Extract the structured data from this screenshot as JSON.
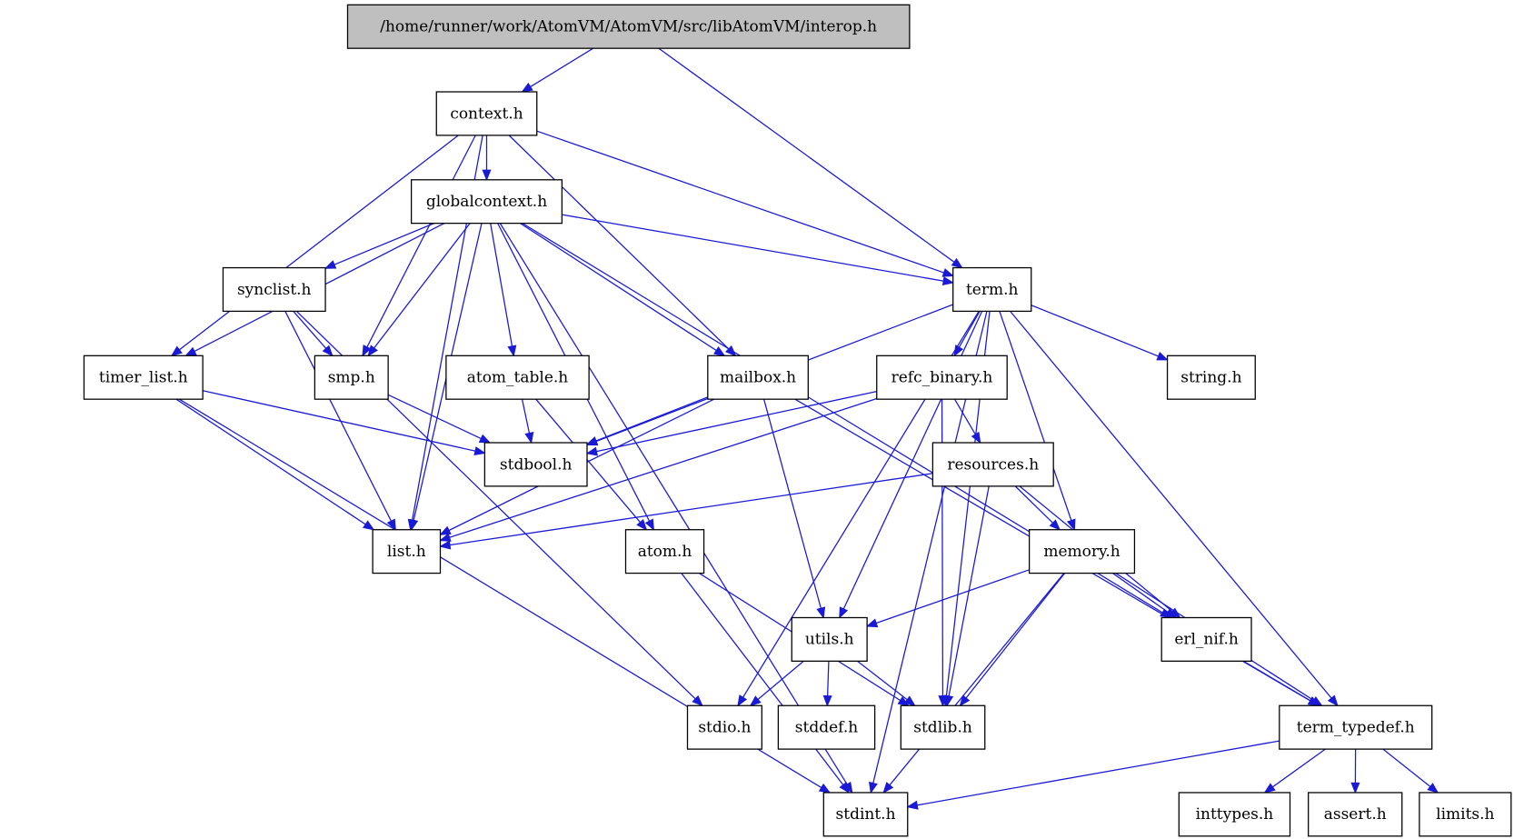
{
  "graph": {
    "title": "/home/runner/work/AtomVM/AtomVM/src/libAtomVM/interop.h",
    "colors": {
      "edge": "#1a1ad6",
      "root_fill": "#bfbfbf",
      "node_fill": "#ffffff"
    },
    "nodes": [
      {
        "id": "interop",
        "label": "/home/runner/work/AtomVM/AtomVM/src/libAtomVM/interop.h",
        "root": true
      },
      {
        "id": "context",
        "label": "context.h"
      },
      {
        "id": "globalcontext",
        "label": "globalcontext.h"
      },
      {
        "id": "term",
        "label": "term.h"
      },
      {
        "id": "synclist",
        "label": "synclist.h"
      },
      {
        "id": "timer_list",
        "label": "timer_list.h"
      },
      {
        "id": "smp",
        "label": "smp.h"
      },
      {
        "id": "atom_table",
        "label": "atom_table.h"
      },
      {
        "id": "mailbox",
        "label": "mailbox.h"
      },
      {
        "id": "refc_binary",
        "label": "refc_binary.h"
      },
      {
        "id": "string",
        "label": "string.h"
      },
      {
        "id": "stdbool",
        "label": "stdbool.h"
      },
      {
        "id": "resources",
        "label": "resources.h"
      },
      {
        "id": "list",
        "label": "list.h"
      },
      {
        "id": "atom",
        "label": "atom.h"
      },
      {
        "id": "memory",
        "label": "memory.h"
      },
      {
        "id": "utils",
        "label": "utils.h"
      },
      {
        "id": "erl_nif",
        "label": "erl_nif.h"
      },
      {
        "id": "stdio",
        "label": "stdio.h"
      },
      {
        "id": "stddef",
        "label": "stddef.h"
      },
      {
        "id": "stdlib",
        "label": "stdlib.h"
      },
      {
        "id": "term_typedef",
        "label": "term_typedef.h"
      },
      {
        "id": "stdint",
        "label": "stdint.h"
      },
      {
        "id": "inttypes",
        "label": "inttypes.h"
      },
      {
        "id": "assert",
        "label": "assert.h"
      },
      {
        "id": "limits",
        "label": "limits.h"
      }
    ],
    "edges": [
      [
        "interop",
        "context"
      ],
      [
        "interop",
        "term"
      ],
      [
        "context",
        "globalcontext"
      ],
      [
        "context",
        "term"
      ],
      [
        "context",
        "timer_list"
      ],
      [
        "context",
        "smp"
      ],
      [
        "context",
        "mailbox"
      ],
      [
        "context",
        "list"
      ],
      [
        "globalcontext",
        "synclist"
      ],
      [
        "globalcontext",
        "timer_list"
      ],
      [
        "globalcontext",
        "smp"
      ],
      [
        "globalcontext",
        "list"
      ],
      [
        "globalcontext",
        "atom_table"
      ],
      [
        "globalcontext",
        "atom"
      ],
      [
        "globalcontext",
        "mailbox"
      ],
      [
        "globalcontext",
        "term"
      ],
      [
        "globalcontext",
        "erl_nif"
      ],
      [
        "globalcontext",
        "stdint"
      ],
      [
        "term",
        "stdbool"
      ],
      [
        "term",
        "stdio"
      ],
      [
        "term",
        "refc_binary"
      ],
      [
        "term",
        "utils"
      ],
      [
        "term",
        "stdlib"
      ],
      [
        "term",
        "memory"
      ],
      [
        "term",
        "string"
      ],
      [
        "term",
        "stdint"
      ],
      [
        "term",
        "term_typedef"
      ],
      [
        "synclist",
        "smp"
      ],
      [
        "synclist",
        "list"
      ],
      [
        "synclist",
        "stdio"
      ],
      [
        "timer_list",
        "stdbool"
      ],
      [
        "timer_list",
        "list"
      ],
      [
        "timer_list",
        "stdint"
      ],
      [
        "smp",
        "stdbool"
      ],
      [
        "atom_table",
        "stdbool"
      ],
      [
        "atom_table",
        "atom"
      ],
      [
        "mailbox",
        "stdbool"
      ],
      [
        "mailbox",
        "list"
      ],
      [
        "mailbox",
        "utils"
      ],
      [
        "mailbox",
        "term_typedef"
      ],
      [
        "refc_binary",
        "stdbool"
      ],
      [
        "refc_binary",
        "list"
      ],
      [
        "refc_binary",
        "resources"
      ],
      [
        "refc_binary",
        "stdlib"
      ],
      [
        "resources",
        "list"
      ],
      [
        "resources",
        "memory"
      ],
      [
        "resources",
        "erl_nif"
      ],
      [
        "resources",
        "stdlib"
      ],
      [
        "atom",
        "stdlib"
      ],
      [
        "atom",
        "stdint"
      ],
      [
        "memory",
        "utils"
      ],
      [
        "memory",
        "erl_nif"
      ],
      [
        "memory",
        "stdlib"
      ],
      [
        "memory",
        "stdint"
      ],
      [
        "memory",
        "term_typedef"
      ],
      [
        "utils",
        "stdio"
      ],
      [
        "utils",
        "stddef"
      ],
      [
        "utils",
        "stdlib"
      ],
      [
        "erl_nif",
        "term_typedef"
      ],
      [
        "term_typedef",
        "stdint"
      ],
      [
        "term_typedef",
        "inttypes"
      ],
      [
        "term_typedef",
        "assert"
      ],
      [
        "term_typedef",
        "limits"
      ]
    ]
  }
}
